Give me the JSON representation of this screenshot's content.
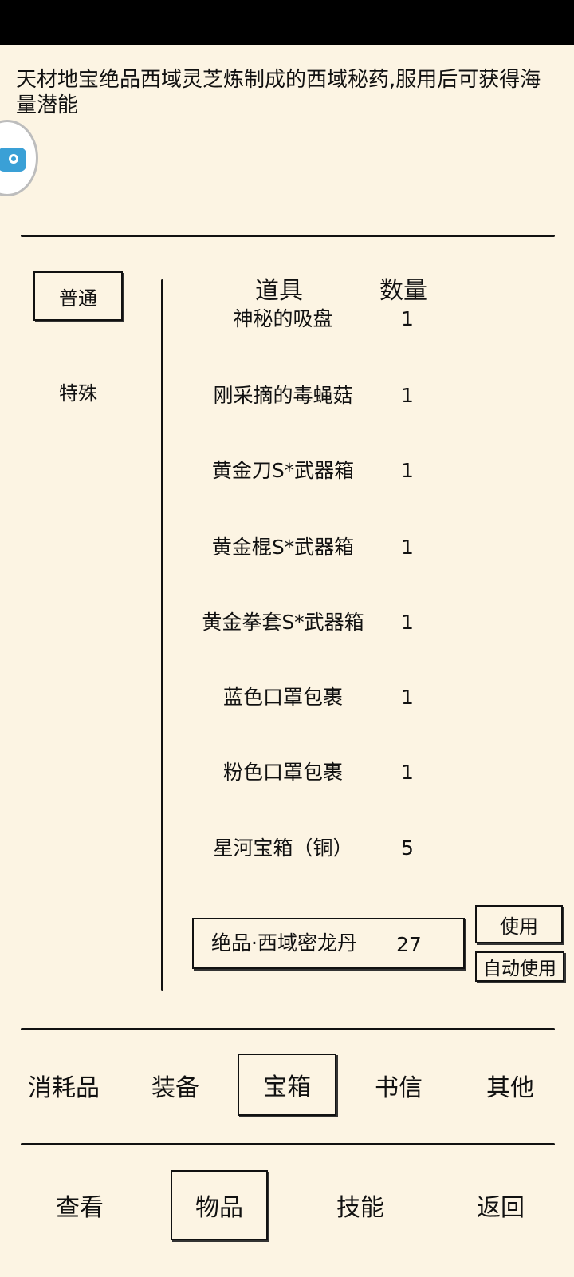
{
  "description": "天材地宝绝品西域灵芝炼制成的西域秘药,服用后可获得海量潜能",
  "categories": [
    {
      "label": "普通",
      "selected": true
    },
    {
      "label": "特殊",
      "selected": false
    }
  ],
  "list_header": {
    "item": "道具",
    "quantity": "数量"
  },
  "items": [
    {
      "name": "神秘的吸盘",
      "qty": "1"
    },
    {
      "name": "刚采摘的毒蝇菇",
      "qty": "1"
    },
    {
      "name": "黄金刀S*武器箱",
      "qty": "1"
    },
    {
      "name": "黄金棍S*武器箱",
      "qty": "1"
    },
    {
      "name": "黄金拳套S*武器箱",
      "qty": "1"
    },
    {
      "name": "蓝色口罩包裹",
      "qty": "1"
    },
    {
      "name": "粉色口罩包裹",
      "qty": "1"
    },
    {
      "name": "星河宝箱（铜）",
      "qty": "5"
    }
  ],
  "selected_item": {
    "name": "绝品·西域密龙丹",
    "qty": "27"
  },
  "actions": {
    "use": "使用",
    "auto_use": "自动使用"
  },
  "item_tabs": [
    {
      "label": "消耗品",
      "active": false
    },
    {
      "label": "装备",
      "active": false
    },
    {
      "label": "宝箱",
      "active": true
    },
    {
      "label": "书信",
      "active": false
    },
    {
      "label": "其他",
      "active": false
    }
  ],
  "main_tabs": [
    {
      "label": "查看",
      "active": false
    },
    {
      "label": "物品",
      "active": true
    },
    {
      "label": "技能",
      "active": false
    },
    {
      "label": "返回",
      "active": false
    }
  ],
  "colors": {
    "background": "#fcf4e3",
    "ink": "#111111",
    "status_bar": "#000000"
  }
}
